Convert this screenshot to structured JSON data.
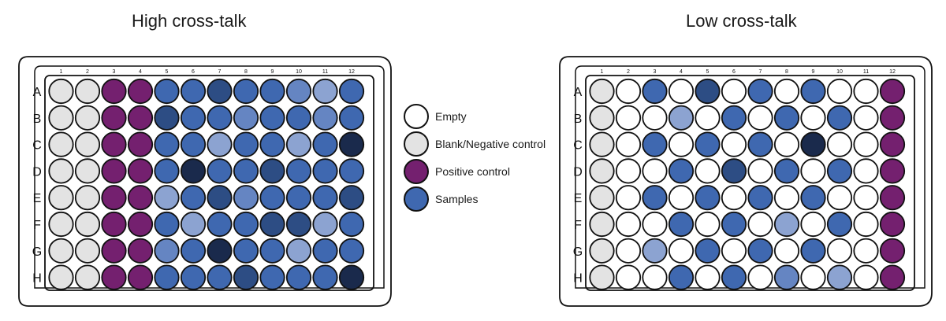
{
  "colors": {
    "empty": "#ffffff",
    "blank": "#e3e3e3",
    "positive": "#74206f",
    "s1": "#8ca3d1",
    "s2": "#6585c2",
    "s3": "#3f68b0",
    "s4": "#2d4d84",
    "s5": "#1a2a4c"
  },
  "columns": [
    "1",
    "2",
    "3",
    "4",
    "5",
    "6",
    "7",
    "8",
    "9",
    "10",
    "11",
    "12"
  ],
  "rows": [
    "A",
    "B",
    "C",
    "D",
    "E",
    "F",
    "G",
    "H"
  ],
  "plates": [
    {
      "title": "High cross-talk",
      "wells": [
        [
          "blank",
          "blank",
          "positive",
          "positive",
          "s3",
          "s3",
          "s4",
          "s3",
          "s3",
          "s2",
          "s1",
          "s3"
        ],
        [
          "blank",
          "blank",
          "positive",
          "positive",
          "s4",
          "s3",
          "s3",
          "s2",
          "s3",
          "s3",
          "s2",
          "s3"
        ],
        [
          "blank",
          "blank",
          "positive",
          "positive",
          "s3",
          "s3",
          "s1",
          "s3",
          "s3",
          "s1",
          "s3",
          "s5"
        ],
        [
          "blank",
          "blank",
          "positive",
          "positive",
          "s3",
          "s5",
          "s3",
          "s3",
          "s4",
          "s3",
          "s3",
          "s3"
        ],
        [
          "blank",
          "blank",
          "positive",
          "positive",
          "s1",
          "s3",
          "s4",
          "s2",
          "s3",
          "s3",
          "s3",
          "s4"
        ],
        [
          "blank",
          "blank",
          "positive",
          "positive",
          "s3",
          "s1",
          "s3",
          "s3",
          "s4",
          "s4",
          "s1",
          "s3"
        ],
        [
          "blank",
          "blank",
          "positive",
          "positive",
          "s2",
          "s3",
          "s5",
          "s3",
          "s3",
          "s1",
          "s3",
          "s3"
        ],
        [
          "blank",
          "blank",
          "positive",
          "positive",
          "s3",
          "s3",
          "s3",
          "s4",
          "s3",
          "s3",
          "s3",
          "s5"
        ]
      ]
    },
    {
      "title": "Low cross-talk",
      "wells": [
        [
          "blank",
          "empty",
          "s3",
          "empty",
          "s4",
          "empty",
          "s3",
          "empty",
          "s3",
          "empty",
          "empty",
          "positive"
        ],
        [
          "blank",
          "empty",
          "empty",
          "s1",
          "empty",
          "s3",
          "empty",
          "s3",
          "empty",
          "s3",
          "empty",
          "positive"
        ],
        [
          "blank",
          "empty",
          "s3",
          "empty",
          "s3",
          "empty",
          "s3",
          "empty",
          "s5",
          "empty",
          "empty",
          "positive"
        ],
        [
          "blank",
          "empty",
          "empty",
          "s3",
          "empty",
          "s4",
          "empty",
          "s3",
          "empty",
          "s3",
          "empty",
          "positive"
        ],
        [
          "blank",
          "empty",
          "s3",
          "empty",
          "s3",
          "empty",
          "s3",
          "empty",
          "s3",
          "empty",
          "empty",
          "positive"
        ],
        [
          "blank",
          "empty",
          "empty",
          "s3",
          "empty",
          "s3",
          "empty",
          "s1",
          "empty",
          "s3",
          "empty",
          "positive"
        ],
        [
          "blank",
          "empty",
          "s1",
          "empty",
          "s3",
          "empty",
          "s3",
          "empty",
          "s3",
          "empty",
          "empty",
          "positive"
        ],
        [
          "blank",
          "empty",
          "empty",
          "s3",
          "empty",
          "s3",
          "empty",
          "s2",
          "empty",
          "s1",
          "empty",
          "positive"
        ]
      ]
    }
  ],
  "legend": [
    {
      "label": "Empty",
      "color": "#ffffff"
    },
    {
      "label": "Blank/Negative control",
      "color": "#e3e3e3"
    },
    {
      "label": "Positive control",
      "color": "#74206f"
    },
    {
      "label": "Samples",
      "color": "#3f68b0"
    }
  ]
}
